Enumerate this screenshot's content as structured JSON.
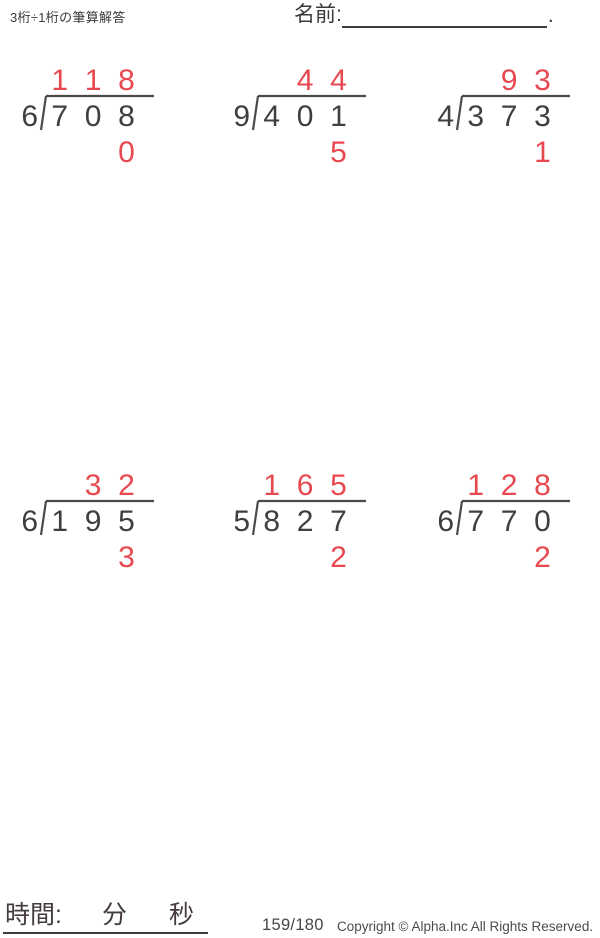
{
  "header": {
    "title": "3桁÷1桁の筆算解答",
    "name_label": "名前:",
    "name_line_end": "."
  },
  "problems": [
    {
      "divisor": "6",
      "dividend": "708",
      "quotient": "118",
      "remainder": "0"
    },
    {
      "divisor": "9",
      "dividend": "401",
      "quotient": "44",
      "remainder": "5"
    },
    {
      "divisor": "4",
      "dividend": "373",
      "quotient": "93",
      "remainder": "1"
    },
    {
      "divisor": "6",
      "dividend": "195",
      "quotient": "32",
      "remainder": "3"
    },
    {
      "divisor": "5",
      "dividend": "827",
      "quotient": "165",
      "remainder": "2"
    },
    {
      "divisor": "6",
      "dividend": "770",
      "quotient": "128",
      "remainder": "2"
    }
  ],
  "footer": {
    "time_label": "時間:",
    "minutes_label": "分",
    "seconds_label": "秒",
    "page_number": "159/180",
    "copyright": "Copyright © Alpha.Inc All Rights Reserved."
  },
  "colors": {
    "answer_red": "#e8484f",
    "digit_black": "#3f3f3f",
    "bracket_gray": "#4a4a4a"
  }
}
